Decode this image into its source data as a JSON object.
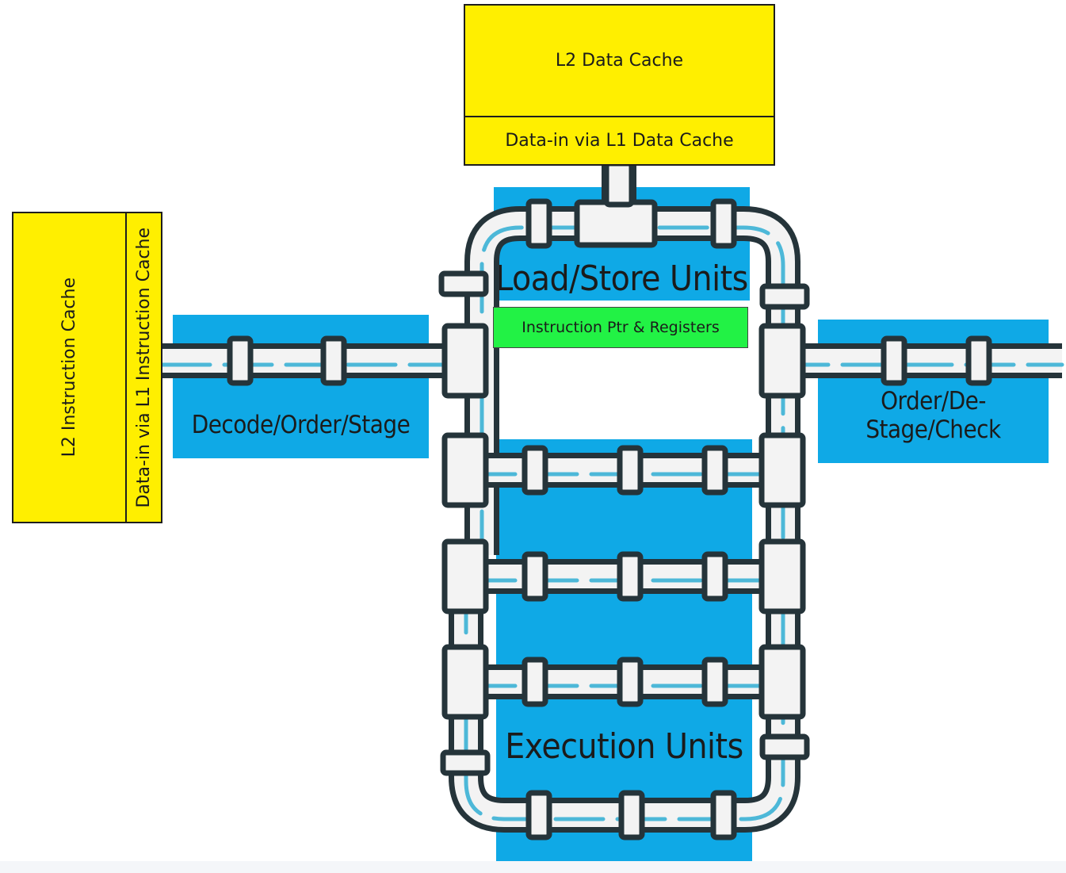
{
  "l2_data_cache": {
    "label": "L2 Data Cache"
  },
  "l1_data_cache": {
    "label": "Data-in via L1 Data Cache"
  },
  "l2_instruction_cache": {
    "label": "L2 Instruction Cache"
  },
  "l1_instruction_cache": {
    "label": "Data-in via L1 Instruction Cache"
  },
  "decode_block": {
    "label": "Decode/Order/Stage"
  },
  "load_store_block": {
    "label": "Load/Store Units"
  },
  "registers_block": {
    "label": "Instruction Ptr & Registers"
  },
  "retire_block": {
    "label": "Order/De-Stage/Check"
  },
  "execution_block": {
    "label": "Execution Units"
  },
  "colors": {
    "cache": "#ffef00",
    "unit": "#0fa9e6",
    "registers": "#22f245",
    "pipe_outline": "#25343a",
    "pipe_fill": "#f3f3f3",
    "pipe_highlight": "#4db8d8"
  }
}
